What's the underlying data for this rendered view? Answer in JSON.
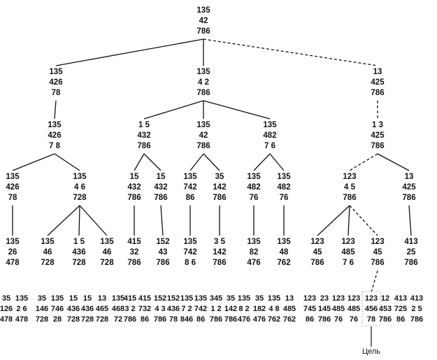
{
  "goal_label": "Цель",
  "nodes": [
    {
      "id": "n0",
      "rows": [
        "135",
        "42",
        "786"
      ]
    },
    {
      "id": "n1",
      "rows": [
        "135",
        "426",
        "78"
      ]
    },
    {
      "id": "n2",
      "rows": [
        "135",
        "4 2",
        "786"
      ]
    },
    {
      "id": "n3",
      "rows": [
        "13",
        "425",
        "786"
      ]
    },
    {
      "id": "n4",
      "rows": [
        "135",
        "426",
        "7 8"
      ]
    },
    {
      "id": "n5",
      "rows": [
        "1 5",
        "432",
        "786"
      ]
    },
    {
      "id": "n6",
      "rows": [
        "135",
        "42",
        "786"
      ]
    },
    {
      "id": "n7",
      "rows": [
        "135",
        "482",
        "7 6"
      ]
    },
    {
      "id": "n8",
      "rows": [
        "1 3",
        "425",
        "786"
      ]
    },
    {
      "id": "n9",
      "rows": [
        "135",
        "426",
        "78"
      ]
    },
    {
      "id": "n10",
      "rows": [
        "135",
        "4 6",
        "728"
      ]
    },
    {
      "id": "n11",
      "rows": [
        "15",
        "432",
        "786"
      ]
    },
    {
      "id": "n12",
      "rows": [
        "15",
        "432",
        "786"
      ]
    },
    {
      "id": "n13",
      "rows": [
        "135",
        "742",
        "86"
      ]
    },
    {
      "id": "n14",
      "rows": [
        "35",
        "142",
        "786"
      ]
    },
    {
      "id": "n15",
      "rows": [
        "135",
        "482",
        "76"
      ]
    },
    {
      "id": "n16",
      "rows": [
        "135",
        "482",
        "76"
      ]
    },
    {
      "id": "n17",
      "rows": [
        "123",
        "4 5",
        "786"
      ]
    },
    {
      "id": "n18",
      "rows": [
        "13",
        "425",
        "786"
      ]
    },
    {
      "id": "n19",
      "rows": [
        "135",
        "26",
        "478"
      ]
    },
    {
      "id": "n20",
      "rows": [
        "135",
        "46",
        "728"
      ]
    },
    {
      "id": "n21",
      "rows": [
        "1 5",
        "436",
        "728"
      ]
    },
    {
      "id": "n22",
      "rows": [
        "135",
        "46",
        "728"
      ]
    },
    {
      "id": "n23",
      "rows": [
        "415",
        "32",
        "786"
      ]
    },
    {
      "id": "n24",
      "rows": [
        "152",
        "43",
        "786"
      ]
    },
    {
      "id": "n25",
      "rows": [
        "135",
        "742",
        "8 6"
      ]
    },
    {
      "id": "n26",
      "rows": [
        "3 5",
        "142",
        "786"
      ]
    },
    {
      "id": "n27",
      "rows": [
        "135",
        "82",
        "476"
      ]
    },
    {
      "id": "n28",
      "rows": [
        "135",
        "48",
        "762"
      ]
    },
    {
      "id": "n29",
      "rows": [
        "123",
        "45",
        "786"
      ]
    },
    {
      "id": "n30",
      "rows": [
        "123",
        "485",
        "7 6"
      ]
    },
    {
      "id": "n31",
      "rows": [
        "123",
        "45",
        "786"
      ]
    },
    {
      "id": "n32",
      "rows": [
        "413",
        "25",
        "786"
      ]
    }
  ],
  "leaves": [
    {
      "id": "l0",
      "rows": [
        "35",
        "126",
        "478"
      ]
    },
    {
      "id": "l1",
      "rows": [
        "135",
        "2 6",
        "478"
      ]
    },
    {
      "id": "l2",
      "rows": [
        "35",
        "146",
        "728"
      ]
    },
    {
      "id": "l3",
      "rows": [
        "135",
        "746",
        "28"
      ]
    },
    {
      "id": "l4",
      "rows": [
        "15",
        "436",
        "728"
      ]
    },
    {
      "id": "l5",
      "rows": [
        "15",
        "436",
        "728"
      ]
    },
    {
      "id": "l6",
      "rows": [
        "13",
        "465",
        "728"
      ]
    },
    {
      "id": "l7",
      "rows": [
        "135",
        "468",
        "72"
      ]
    },
    {
      "id": "l8",
      "rows": [
        "415",
        "3 2",
        "786"
      ]
    },
    {
      "id": "l9",
      "rows": [
        "415",
        "732",
        "86"
      ]
    },
    {
      "id": "l10",
      "rows": [
        "152",
        "4 3",
        "786"
      ]
    },
    {
      "id": "l11",
      "rows": [
        "152",
        "436",
        "78"
      ]
    },
    {
      "id": "l12",
      "rows": [
        "135",
        "7 2",
        "846"
      ]
    },
    {
      "id": "l13",
      "rows": [
        "135",
        "742",
        "86"
      ]
    },
    {
      "id": "l14",
      "rows": [
        "345",
        "1 2",
        "786"
      ]
    },
    {
      "id": "l15",
      "rows": [
        "35",
        "142",
        "786"
      ]
    },
    {
      "id": "l16",
      "rows": [
        "135",
        "8 2",
        "476"
      ]
    },
    {
      "id": "l17",
      "rows": [
        "35",
        "182",
        "476"
      ]
    },
    {
      "id": "l18",
      "rows": [
        "135",
        "4 8",
        "762"
      ]
    },
    {
      "id": "l19",
      "rows": [
        "13",
        "485",
        "762"
      ]
    },
    {
      "id": "l20",
      "rows": [
        "123",
        "745",
        "86"
      ]
    },
    {
      "id": "l21",
      "rows": [
        "23",
        "145",
        "786"
      ]
    },
    {
      "id": "l22",
      "rows": [
        "123",
        "485",
        "76"
      ]
    },
    {
      "id": "l23",
      "rows": [
        "123",
        "485",
        "76"
      ]
    },
    {
      "id": "l24",
      "rows": [
        "123",
        "456",
        "78"
      ]
    },
    {
      "id": "l25",
      "rows": [
        "12",
        "453",
        "786"
      ]
    },
    {
      "id": "l26",
      "rows": [
        "413",
        "725",
        "86"
      ]
    },
    {
      "id": "l27",
      "rows": [
        "413",
        "2 5",
        "786"
      ]
    }
  ],
  "edges": [
    {
      "from": "n0",
      "to": "n1",
      "style": "solid"
    },
    {
      "from": "n0",
      "to": "n2",
      "style": "solid"
    },
    {
      "from": "n0",
      "to": "n3",
      "style": "dashed"
    },
    {
      "from": "n1",
      "to": "n4",
      "style": "solid"
    },
    {
      "from": "n2",
      "to": "n5",
      "style": "solid"
    },
    {
      "from": "n2",
      "to": "n6",
      "style": "solid"
    },
    {
      "from": "n2",
      "to": "n7",
      "style": "solid"
    },
    {
      "from": "n3",
      "to": "n8",
      "style": "dashed"
    },
    {
      "from": "n4",
      "to": "n9",
      "style": "solid"
    },
    {
      "from": "n4",
      "to": "n10",
      "style": "solid"
    },
    {
      "from": "n5",
      "to": "n11",
      "style": "solid"
    },
    {
      "from": "n5",
      "to": "n12",
      "style": "solid"
    },
    {
      "from": "n6",
      "to": "n13",
      "style": "solid"
    },
    {
      "from": "n6",
      "to": "n14",
      "style": "solid"
    },
    {
      "from": "n7",
      "to": "n15",
      "style": "solid"
    },
    {
      "from": "n7",
      "to": "n16",
      "style": "solid"
    },
    {
      "from": "n8",
      "to": "n17",
      "style": "dashed"
    },
    {
      "from": "n8",
      "to": "n18",
      "style": "solid"
    },
    {
      "from": "n9",
      "to": "n19",
      "style": "solid"
    },
    {
      "from": "n10",
      "to": "n20",
      "style": "solid"
    },
    {
      "from": "n10",
      "to": "n21",
      "style": "solid"
    },
    {
      "from": "n10",
      "to": "n22",
      "style": "solid"
    },
    {
      "from": "n11",
      "to": "n23",
      "style": "solid"
    },
    {
      "from": "n12",
      "to": "n24",
      "style": "solid"
    },
    {
      "from": "n13",
      "to": "n25",
      "style": "solid"
    },
    {
      "from": "n14",
      "to": "n26",
      "style": "solid"
    },
    {
      "from": "n15",
      "to": "n27",
      "style": "solid"
    },
    {
      "from": "n16",
      "to": "n28",
      "style": "solid"
    },
    {
      "from": "n17",
      "to": "n29",
      "style": "solid"
    },
    {
      "from": "n17",
      "to": "n30",
      "style": "solid"
    },
    {
      "from": "n17",
      "to": "n31",
      "style": "dashed"
    },
    {
      "from": "n18",
      "to": "n32",
      "style": "solid"
    }
  ]
}
